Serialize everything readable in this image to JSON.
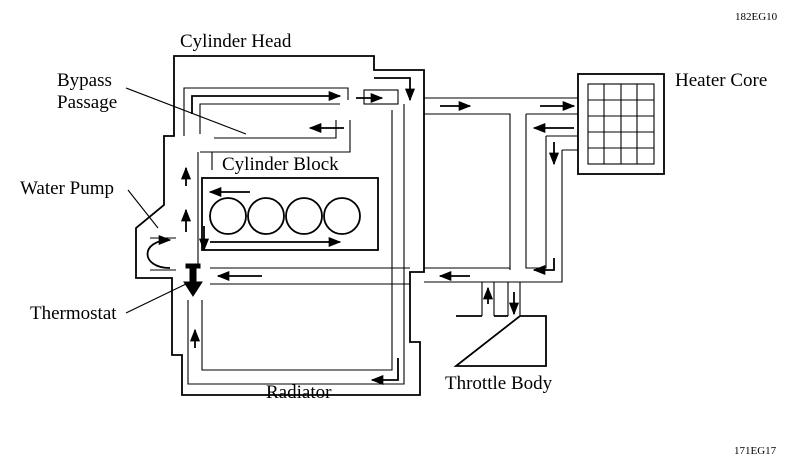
{
  "diagram": {
    "codes": {
      "top_right": "182EG10",
      "bottom_right": "171EG17"
    },
    "labels": {
      "cylinder_head": "Cylinder Head",
      "bypass_line1": "Bypass",
      "bypass_line2": "Passage",
      "cylinder_block": "Cylinder Block",
      "water_pump": "Water Pump",
      "thermostat": "Thermostat",
      "radiator": "Radiator",
      "throttle_body": "Throttle Body",
      "heater_core": "Heater Core"
    }
  }
}
